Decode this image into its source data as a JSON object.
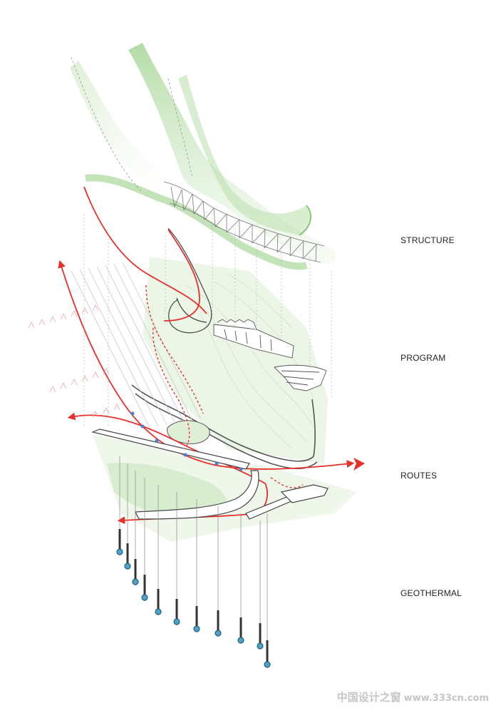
{
  "labels": {
    "structure": "STRUCTURE",
    "program": "PROGRAM",
    "routes": "ROUTES",
    "geothermal": "GEOTHERMAL"
  },
  "watermark": {
    "text": "中国设计之窗",
    "url": "www.333cn.com"
  },
  "colors": {
    "route_red": "#e8302a",
    "landscape_green": "#8cc97a",
    "structure_green": "#6db85a",
    "well_blue": "#4aa3c8",
    "line_gray": "#555555"
  }
}
